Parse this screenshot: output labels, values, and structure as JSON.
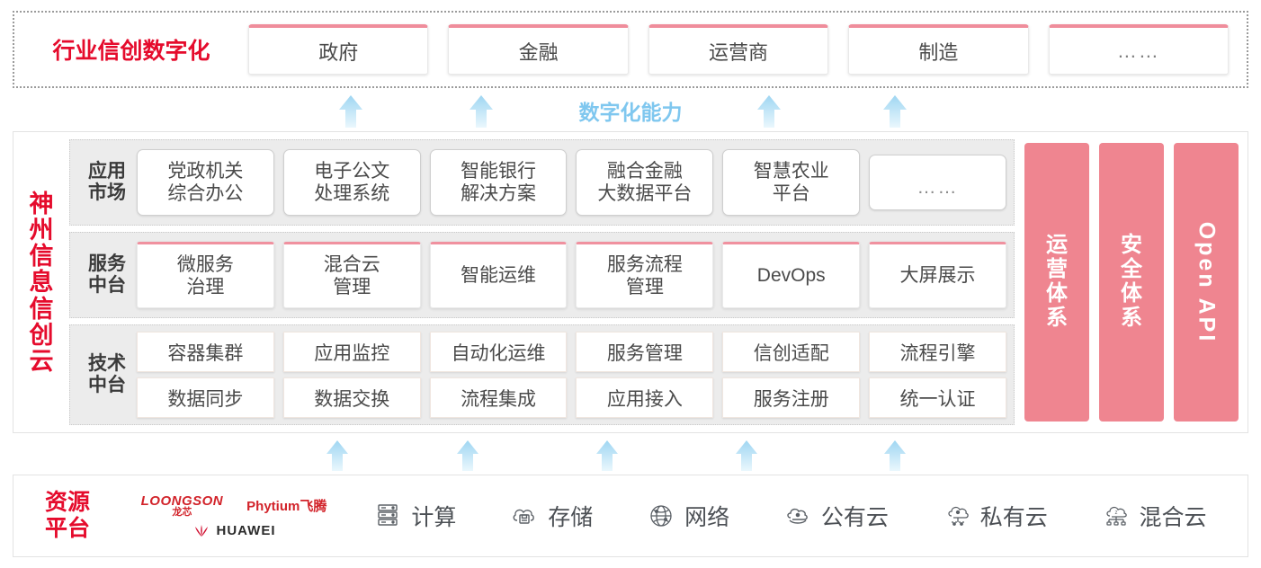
{
  "industry": {
    "title": "行业信创数字化",
    "cards": [
      "政府",
      "金融",
      "运营商",
      "制造",
      "……"
    ]
  },
  "bands": {
    "top_label": "数字化能力",
    "top_arrow_count": 4,
    "bottom_arrow_count": 5,
    "arrow_color": "#bfe3f7"
  },
  "cloud": {
    "title_chars": [
      "神",
      "州",
      "信",
      "息",
      "信",
      "创",
      "云"
    ],
    "rows": [
      {
        "label": "应用\n市场",
        "label_chars": [
          "应用",
          "市场"
        ],
        "cards": [
          "党政机关\n综合办公",
          "电子公文\n处理系统",
          "智能银行\n解决方案",
          "融合金融\n大数据平台",
          "智慧农业\n平台",
          "……"
        ]
      },
      {
        "label_chars": [
          "服务",
          "中台"
        ],
        "cards": [
          "微服务\n治理",
          "混合云\n管理",
          "智能运维",
          "服务流程\n管理",
          "DevOps",
          "大屏展示"
        ]
      },
      {
        "label_chars": [
          "技术",
          "中台"
        ],
        "cards_row1": [
          "容器集群",
          "应用监控",
          "自动化运维",
          "服务管理",
          "信创适配",
          "流程引擎"
        ],
        "cards_row2": [
          "数据同步",
          "数据交换",
          "流程集成",
          "应用接入",
          "服务注册",
          "统一认证"
        ]
      }
    ],
    "pillars": [
      {
        "chars": [
          "运",
          "营",
          "体",
          "系"
        ],
        "text": "运营体系",
        "rotated": false
      },
      {
        "chars": [
          "安",
          "全",
          "体",
          "系"
        ],
        "text": "安全体系",
        "rotated": false
      },
      {
        "text": "Open API",
        "rotated": true
      }
    ],
    "pillar_color": "#ef8590"
  },
  "resource": {
    "title_lines": [
      "资源",
      "平台"
    ],
    "logos": [
      {
        "name": "loongson",
        "en": "LOONGSON",
        "cn": "龙芯"
      },
      {
        "name": "phytium",
        "text": "Phytium飞腾"
      },
      {
        "name": "huawei",
        "text": "HUAWEI"
      }
    ],
    "items": [
      {
        "icon": "server-icon",
        "label": "计算"
      },
      {
        "icon": "cloud-storage-icon",
        "label": "存储"
      },
      {
        "icon": "network-icon",
        "label": "网络"
      },
      {
        "icon": "public-cloud-icon",
        "label": "公有云"
      },
      {
        "icon": "private-cloud-icon",
        "label": "私有云"
      },
      {
        "icon": "hybrid-cloud-icon",
        "label": "混合云"
      }
    ]
  },
  "colors": {
    "brand_red": "#e50b2c",
    "pink": "#ef8590",
    "card_top_pink": "#ef8d9b",
    "arrow_blue": "#bfe3f7",
    "band_text_blue": "#7fc7ef",
    "row_bg": "#ececec"
  }
}
